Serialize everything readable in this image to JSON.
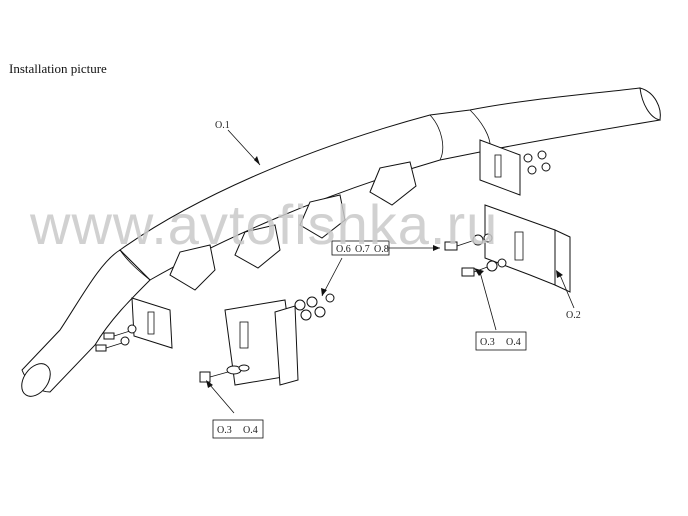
{
  "title": "Installation picture",
  "watermark": "www.avtofishka.ru",
  "callouts": {
    "bar": "O.1",
    "bracket_right": "O.2",
    "box_center": [
      "O.6",
      "O.7",
      "O.8"
    ],
    "box_right": [
      "O.3",
      "O.4"
    ],
    "box_left": [
      "O.3",
      "O.4"
    ]
  }
}
